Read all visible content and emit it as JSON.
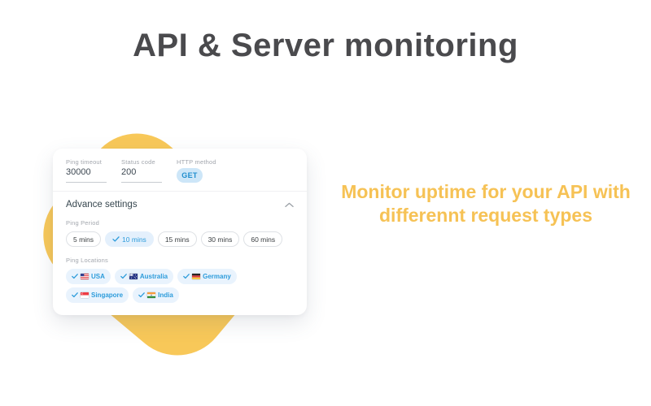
{
  "page": {
    "title": "API & Server monitoring",
    "tagline": "Monitor uptime for your API with differennt request types"
  },
  "colors": {
    "accent_yellow": "#F8C859",
    "tagline_text": "#F6C255",
    "accent_blue": "#2D9CDB",
    "title_text": "#4A4A4D",
    "get_chip_bg": "#CDE6F8",
    "selected_chip_bg": "#E4F0FC",
    "location_chip_bg": "#E9F3FD"
  },
  "card": {
    "fields": [
      {
        "label": "Ping timeout",
        "value": "30000"
      },
      {
        "label": "Status code",
        "value": "200"
      }
    ],
    "http_method": {
      "label": "HTTP method",
      "value": "GET"
    },
    "advance_settings": {
      "label": "Advance settings",
      "state": "expanded",
      "chevron_icon": "chevron-up-icon"
    },
    "ping_period": {
      "label": "Ping Period",
      "options": [
        {
          "label": "5 mins",
          "selected": false
        },
        {
          "label": "10 mins",
          "selected": true
        },
        {
          "label": "15 mins",
          "selected": false
        },
        {
          "label": "30 mins",
          "selected": false
        },
        {
          "label": "60 mins",
          "selected": false
        }
      ]
    },
    "ping_locations": {
      "label": "Ping Locations",
      "options": [
        {
          "label": "USA",
          "flag_icon": "usa-flag-icon",
          "selected": true
        },
        {
          "label": "Australia",
          "flag_icon": "australia-flag-icon",
          "selected": true
        },
        {
          "label": "Germany",
          "flag_icon": "germany-flag-icon",
          "selected": true
        },
        {
          "label": "Singapore",
          "flag_icon": "singapore-flag-icon",
          "selected": true
        },
        {
          "label": "India",
          "flag_icon": "india-flag-icon",
          "selected": true
        }
      ]
    }
  }
}
